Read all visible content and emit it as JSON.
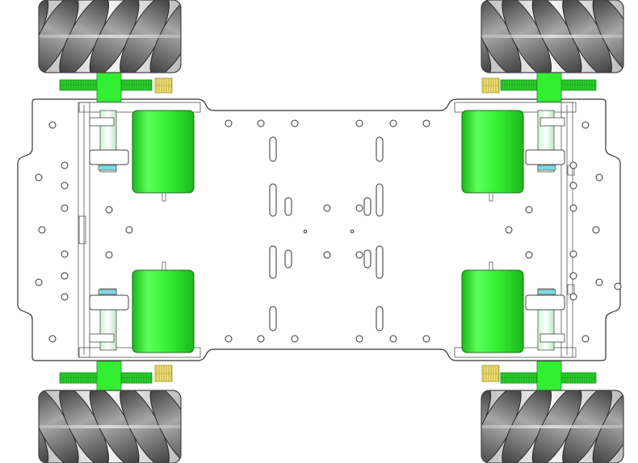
{
  "colors": {
    "chassis_fill": "#ffffff",
    "chassis_stroke": "#333333",
    "motor_body": "#33ee33",
    "motor_shade": "#1bb81b",
    "gear_green": "#2ed12e",
    "gear_dark": "#17931f",
    "pinion_yellow": "#f2e27a",
    "roller_dark": "#4a4a4a",
    "roller_light": "#9a9a9a",
    "hub_silver": "#dcdcdc",
    "bearing_cyan": "#7fd9e0"
  },
  "icons": {
    "wheel": "mecanum-wheel-icon",
    "motor": "dc-motor-icon",
    "gear": "spur-gear-icon",
    "pinion": "pinion-gear-icon"
  },
  "wheels": [
    {
      "id": "front-left",
      "roller_direction": "down-right"
    },
    {
      "id": "front-right",
      "roller_direction": "down-left"
    },
    {
      "id": "rear-left",
      "roller_direction": "up-right"
    },
    {
      "id": "rear-right",
      "roller_direction": "up-left"
    }
  ],
  "motor_count": 4,
  "gear_pairs": 4
}
